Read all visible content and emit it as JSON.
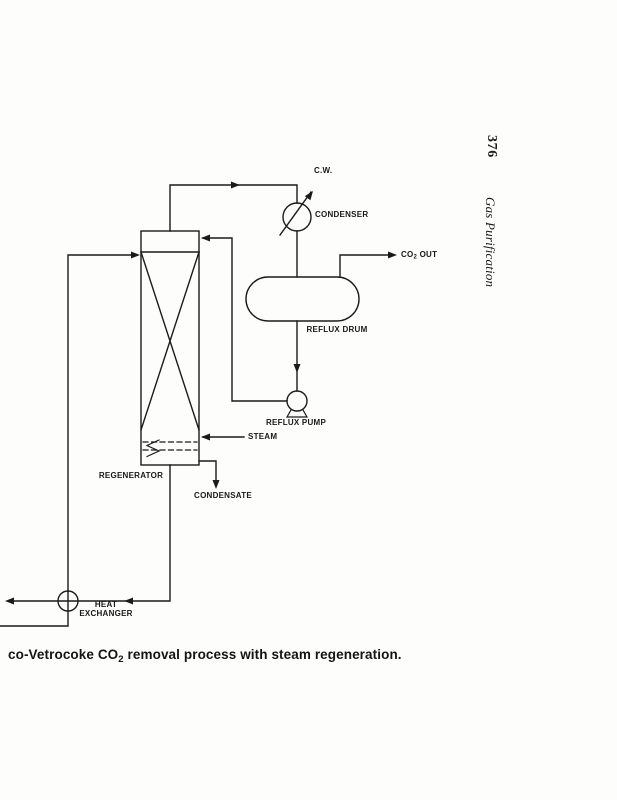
{
  "page": {
    "number": "376",
    "running_head": "Gas Purification"
  },
  "caption": {
    "pre": "co-Vetrocoke CO",
    "sub": "2",
    "post": " removal process with steam regeneration."
  },
  "labels": {
    "cw": "C.W.",
    "condenser": "CONDENSER",
    "co2_pre": "CO",
    "co2_sub": "2",
    "co2_post": " OUT",
    "reflux_drum": "REFLUX DRUM",
    "reflux_pump": "REFLUX PUMP",
    "steam": "STEAM",
    "condensate": "CONDENSATE",
    "regenerator": "REGENERATOR",
    "heat_exchanger_line1": "HEAT",
    "heat_exchanger_line2": "EXCHANGER"
  },
  "colors": {
    "ink": "#1b1b1b",
    "paper": "#fdfdfc"
  }
}
